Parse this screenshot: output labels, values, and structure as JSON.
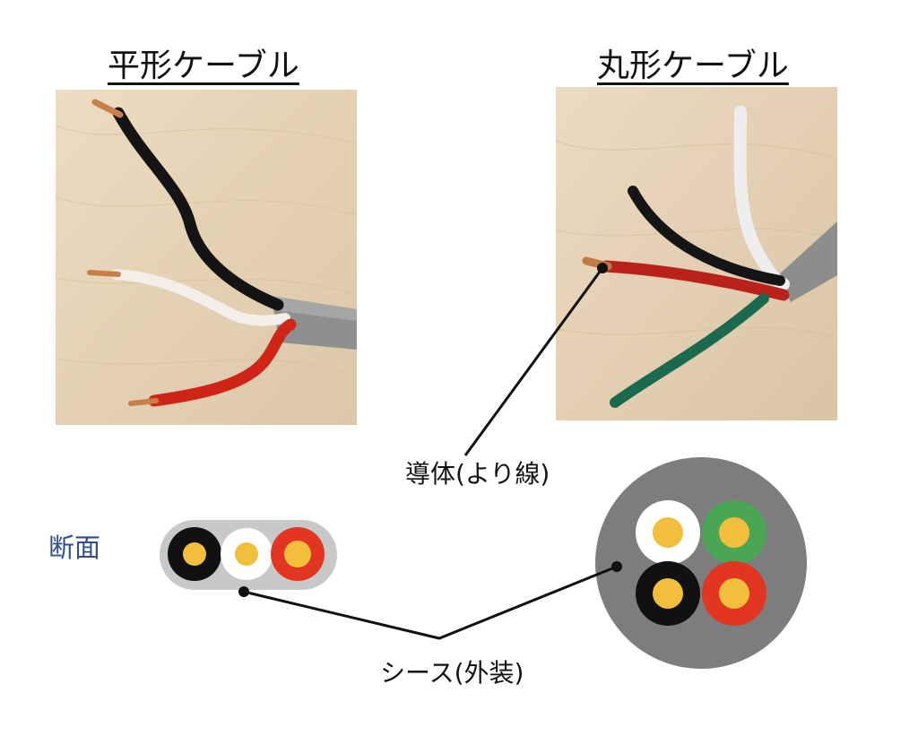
{
  "titles": {
    "flat_cable": "平形ケーブル",
    "round_cable": "丸形ケーブル"
  },
  "labels": {
    "conductor": "導体(より線)",
    "sheath": "シース(外装)",
    "cross_section": "断面"
  },
  "colors": {
    "conductor_core": "#f2bf3c",
    "black_insulation": "#111111",
    "white_insulation": "#ffffff",
    "red_insulation": "#e23622",
    "green_insulation": "#4aa655",
    "flat_sheath": "#c8c8c8",
    "round_sheath": "#7d7d7d",
    "wood_background": "#e7d6bd"
  }
}
